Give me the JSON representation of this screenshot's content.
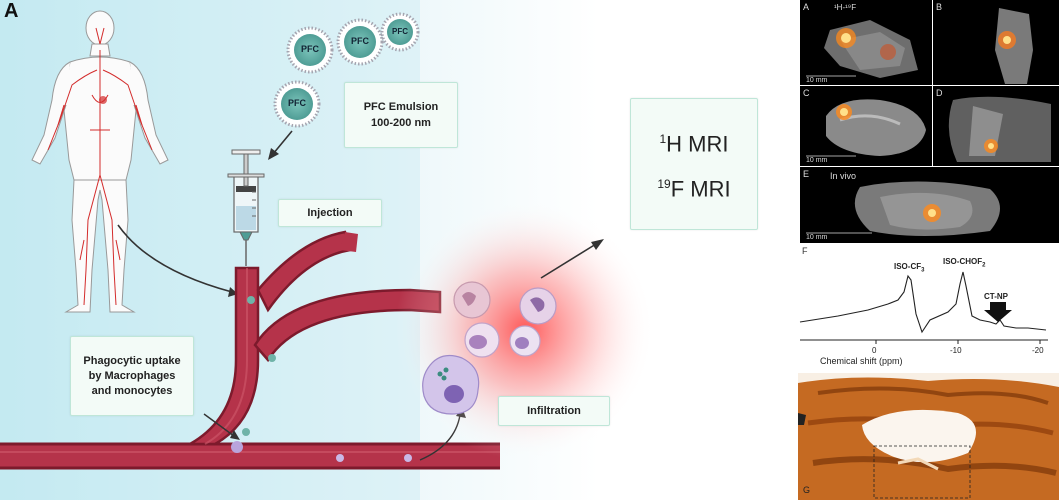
{
  "panel_a": {
    "letter": "A",
    "pfc_particles": [
      "PFC",
      "PFC",
      "PFC",
      "PFC"
    ],
    "emulsion_line1": "PFC Emulsion",
    "emulsion_line2": "100-200 nm",
    "mri_h_sup": "1",
    "mri_h": "H MRI",
    "mri_f_sup": "19",
    "mri_f": "F MRI",
    "injection": "Injection",
    "uptake_line1": "Phagocytic uptake",
    "uptake_line2": "by Macrophages",
    "uptake_line3": "and monocytes",
    "infiltration": "Infiltration",
    "colors": {
      "background_left": "#c9ecf3",
      "vessel": "#b5334a",
      "vessel_dark": "#8c1f33",
      "inflammation": "#ff4d4d",
      "label_box": "#f3fbf7",
      "pfc": "#5aa8a0"
    }
  },
  "panel_b": {
    "letter": "B",
    "mri": {
      "a_label": "A",
      "a_title": "¹H-¹⁹F",
      "b_label": "B",
      "c_label": "C",
      "d_label": "D",
      "e_label": "E",
      "e_title": "In vivo",
      "scale": "10 mm"
    },
    "spectrum": {
      "label": "F",
      "peak1": "ISO-CF",
      "peak1_sub": "3",
      "peak2": "ISO-CHOF",
      "peak2_sub": "2",
      "peak3": "CT-NP",
      "ticks": [
        "0",
        "-10",
        "-20"
      ],
      "xlabel": "Chemical shift (ppm)"
    },
    "histology": {
      "label": "G"
    }
  }
}
